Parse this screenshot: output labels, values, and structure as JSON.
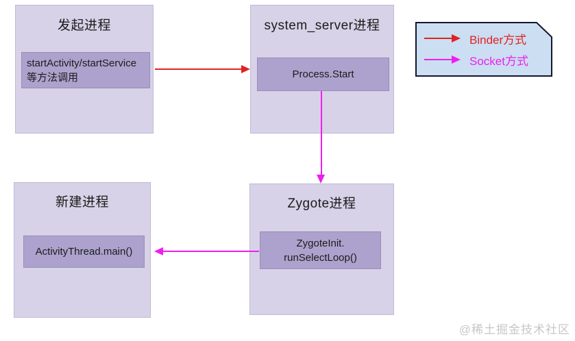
{
  "colors": {
    "background": "#ffffff",
    "outer_box": "#d7d2e7",
    "inner_box": "#aca2cd",
    "node_text": "#1b1b1b",
    "legend_bg": "#cbdef2",
    "legend_border": "#14142e",
    "binder": "#e02222",
    "socket": "#ee1eee",
    "watermark": "#c7c7c7"
  },
  "nodes": {
    "initiator": {
      "title": "发起进程",
      "body_lines": [
        "startActivity/startService",
        "等方法调用"
      ]
    },
    "system_server": {
      "title": "system_server进程",
      "body_lines": [
        "Process.Start"
      ]
    },
    "new_process": {
      "title": "新建进程",
      "body_lines": [
        "ActivityThread.main()"
      ]
    },
    "zygote": {
      "title": "Zygote进程",
      "body_lines": [
        "ZygoteInit.",
        "runSelectLoop()"
      ]
    }
  },
  "edges": [
    {
      "id": "binder-call",
      "from": "initiator-body",
      "to": "system_server-body",
      "type": "binder"
    },
    {
      "id": "socket-start",
      "from": "system_server-body",
      "to": "zygote-node",
      "type": "socket"
    },
    {
      "id": "socket-main",
      "from": "zygote-body",
      "to": "new_process-body",
      "type": "socket"
    }
  ],
  "legend": {
    "items": [
      {
        "label": "Binder方式",
        "type": "binder"
      },
      {
        "label": "Socket方式",
        "type": "socket"
      }
    ]
  },
  "watermark": "@稀土掘金技术社区"
}
